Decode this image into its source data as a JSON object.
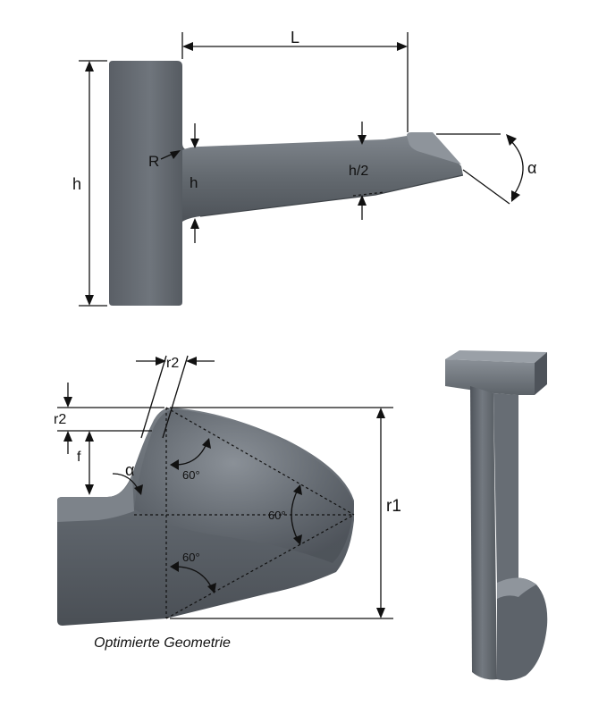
{
  "top_view": {
    "label_L": "L",
    "label_h_outer": "h",
    "label_R": "R",
    "label_h_inner": "h",
    "label_h_half": "h/2",
    "label_alpha": "α"
  },
  "detail_view": {
    "label_r2_top": "r2",
    "label_r2_side": "r2",
    "label_f": "f",
    "label_alpha": "α",
    "label_angle_upper": "60°",
    "label_angle_mid": "60°",
    "label_angle_lower": "60°",
    "label_r1": "r1",
    "caption": "Optimierte Geometrie"
  },
  "colors": {
    "metal_dark": "#4d5258",
    "metal_mid": "#6b7178",
    "metal_light": "#8a9097"
  }
}
